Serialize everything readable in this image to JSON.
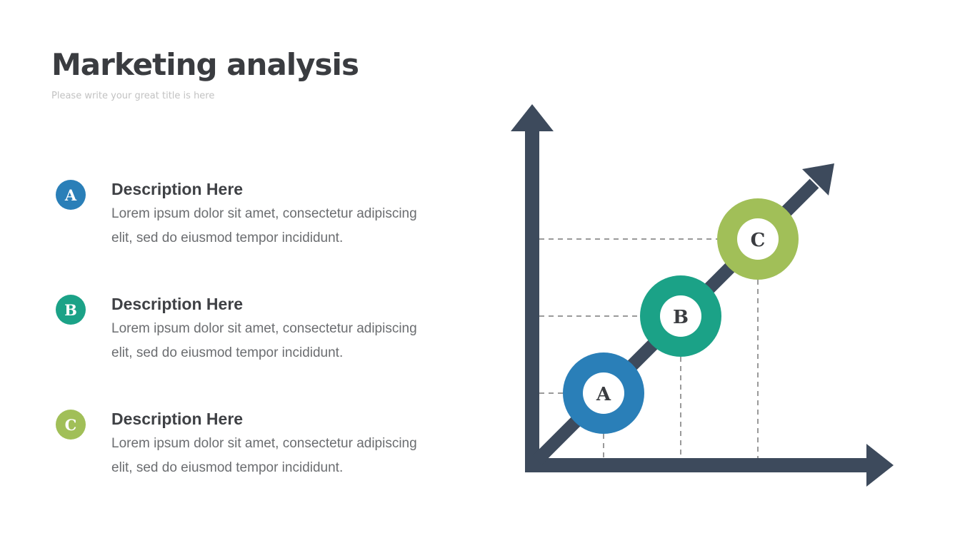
{
  "header": {
    "title": "Marketing analysis",
    "subtitle": "Please write your great title is here"
  },
  "items": [
    {
      "letter": "A",
      "title": "Description Here",
      "text": "Lorem ipsum dolor sit amet, consectetur adipiscing elit, sed do eiusmod tempor incididunt.",
      "color": "#2a7fb8"
    },
    {
      "letter": "B",
      "title": "Description Here",
      "text": "Lorem ipsum dolor sit amet, consectetur adipiscing elit, sed do eiusmod tempor incididunt.",
      "color": "#1ba287"
    },
    {
      "letter": "C",
      "title": "Description Here",
      "text": "Lorem ipsum dolor sit amet, consectetur adipiscing elit, sed do eiusmod tempor incididunt.",
      "color": "#a1bf58"
    }
  ],
  "diagram": {
    "axis_color": "#3d4a5c",
    "guide_color": "#9a9a9a",
    "milestones": [
      {
        "label": "A",
        "color": "#2a7fb8"
      },
      {
        "label": "B",
        "color": "#1ba287"
      },
      {
        "label": "C",
        "color": "#a1bf58"
      }
    ]
  }
}
